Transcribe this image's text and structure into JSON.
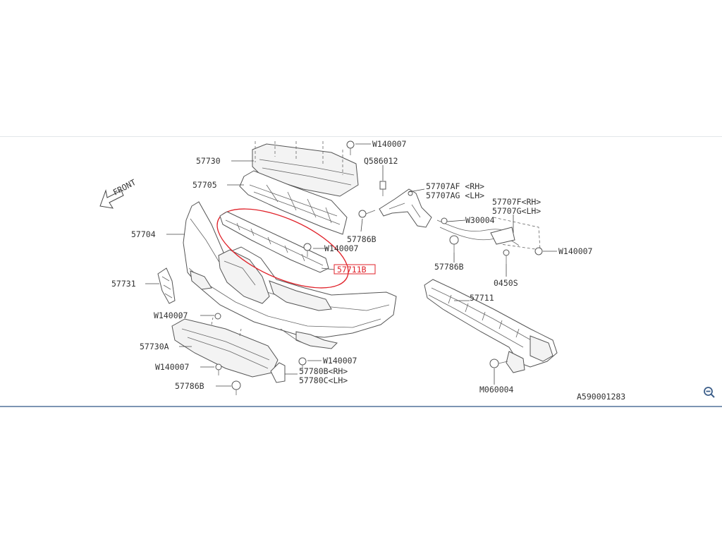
{
  "diagram": {
    "front_label": "FRONT",
    "figure_id": "A590001283",
    "callouts": {
      "c57730": "57730",
      "c57705": "57705",
      "c57704": "57704",
      "c57731": "57731",
      "cW140007_top": "W140007",
      "cQ586012": "Q586012",
      "c57707AF": "57707AF <RH>",
      "c57707AG": "57707AG <LH>",
      "c57707F": "57707F<RH>",
      "c57707G": "57707G<LH>",
      "cW30004": "W30004",
      "c57786B_a": "57786B",
      "cW140007_center": "W140007",
      "c57711B": "57711B",
      "c57786B_b": "57786B",
      "cW140007_right": "W140007",
      "c0450S": "0450S",
      "c57711": "57711",
      "cW140007_left": "W140007",
      "c57730A": "57730A",
      "cW140007_lower": "W140007",
      "c57786B_c": "57786B",
      "cW140007_bottom": "W140007",
      "c57780B": "57780B<RH>",
      "c57780C": "57780C<LH>",
      "cM060004": "M060004"
    },
    "highlight_color": "#e0222a"
  },
  "controls": {
    "zoom_icon": "zoom-out-icon"
  }
}
